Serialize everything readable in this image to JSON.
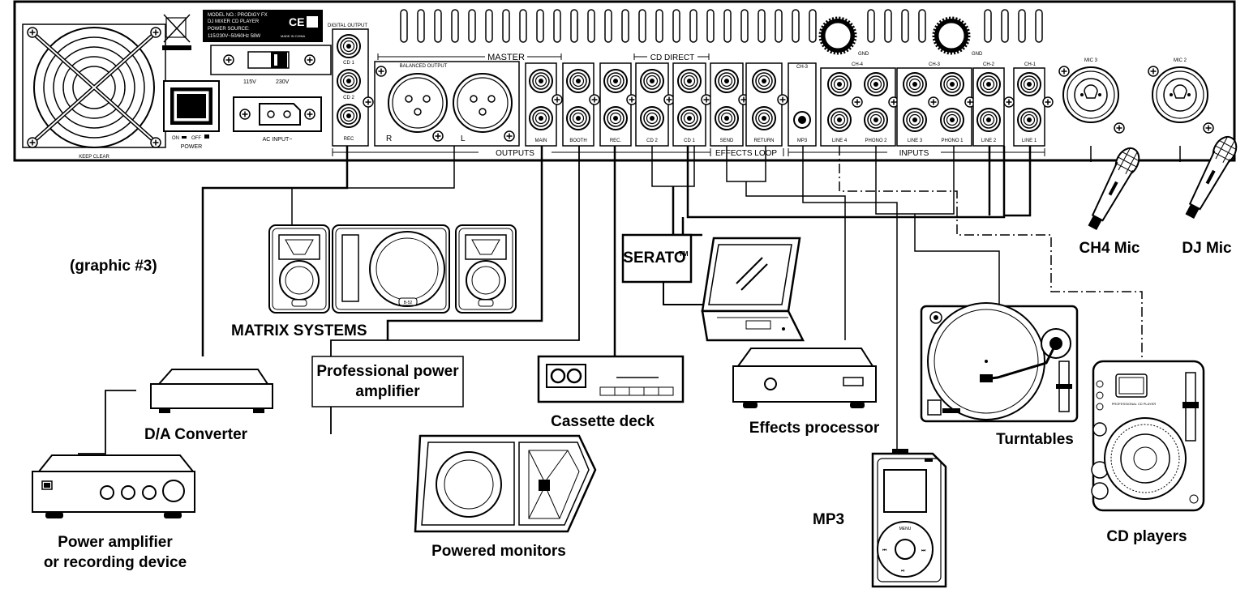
{
  "panel": {
    "model_lines": [
      "MODEL NO.: PRODIGY FX",
      "DJ MIXER CD PLAYER",
      "POWER SOURCE:",
      "115/230V~50/60Hz  58W"
    ],
    "made_in": "MADE IN CHINA",
    "ce_mark": "CE",
    "voltage_115": "115V",
    "voltage_230": "230V",
    "power_on": "ON",
    "power_off": "OFF",
    "power_label": "POWER",
    "ac_input": "AC INPUT~",
    "keep_clear": "KEEP CLEAR",
    "digital_output": "DIGITAL OUTPUT",
    "cd1": "CD 1",
    "cd2": "CD 2",
    "rec": "REC",
    "master": "MASTER",
    "balanced_output": "BALANCED OUTPUT",
    "r": "R",
    "l": "L",
    "main": "MAIN",
    "booth": "BOOTH",
    "rec_dot": "REC.",
    "cd_direct": "CD DIRECT",
    "cd_2": "CD 2",
    "cd_1": "CD 1",
    "send": "SEND",
    "return": "RETURN",
    "outputs": "OUTPUTS",
    "effects_loop": "EFFECTS LOOP",
    "inputs": "INPUTS",
    "ch3_top": "CH-3",
    "mp3_jack": "MP3",
    "ch4": "CH-4",
    "ch3": "CH-3",
    "ch2": "CH-2",
    "ch1": "CH-1",
    "line4": "LINE 4",
    "phono2": "PHONO 2",
    "line3": "LINE 3",
    "phono1": "PHONO 1",
    "line2": "LINE 2",
    "line1": "LINE 1",
    "gnd": "GND",
    "mic3": "MIC 3",
    "mic2": "MIC 2"
  },
  "devices": {
    "graphic": "(graphic #3)",
    "matrix": "MATRIX SYSTEMS",
    "power_amp_pro_1": "Professional power",
    "power_amp_pro_2": "amplifier",
    "da_converter": "D/A Converter",
    "power_amp_1": "Power amplifier",
    "power_amp_2": "or recording device",
    "powered_monitors": "Powered monitors",
    "cassette": "Cassette deck",
    "serato": "SERATO",
    "tm": "TM",
    "effects": "Effects processor",
    "mp3": "MP3",
    "turntables": "Turntables",
    "cd_players": "CD players",
    "ch4_mic": "CH4 Mic",
    "dj_mic": "DJ Mic",
    "ipod_menu": "MENU",
    "speaker_badge": "B-52",
    "cd_brand": "PROFESSIONAL CD PLAYER"
  }
}
